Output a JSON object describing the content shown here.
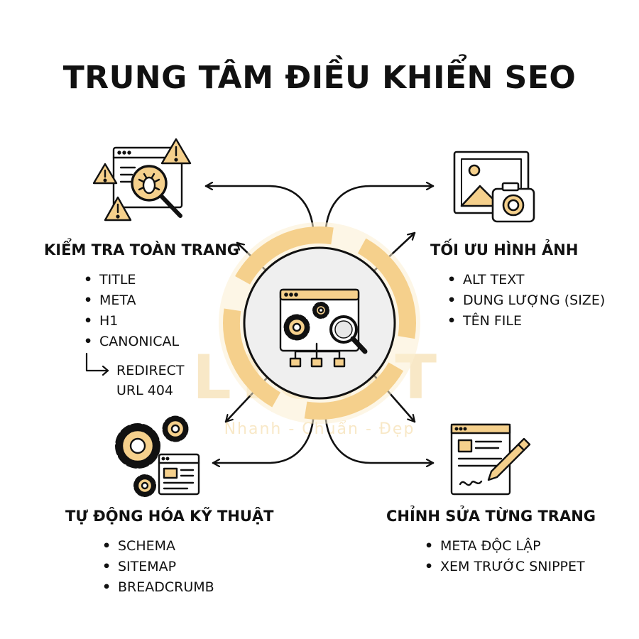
{
  "title": "TRUNG TÂM ĐIỀU KHIỂN SEO",
  "watermark": {
    "brand": "LIGHT",
    "slogan": "Nhanh - Chuẩn - Đẹp"
  },
  "colors": {
    "accent": "#F5D08C",
    "accent_dark": "#EEB95A",
    "ink": "#111111",
    "center_bg": "#EFEFEF"
  },
  "icons": {
    "center": "seo-dashboard-gears-magnifier-sitemap-icon",
    "audit": "bug-magnifier-warning-icon",
    "image": "image-camera-icon",
    "automation": "gears-window-icon",
    "editing": "document-pencil-icon"
  },
  "sections": {
    "audit": {
      "heading": "KIỂM TRA TOÀN TRANG",
      "items": [
        "TITLE",
        "META",
        "H1",
        "CANONICAL"
      ],
      "subitems": [
        "REDIRECT",
        "URL 404"
      ]
    },
    "image": {
      "heading": "TỐI ƯU HÌNH ẢNH",
      "items": [
        "ALT TEXT",
        "DUNG LƯỢNG (SIZE)",
        "TÊN FILE"
      ]
    },
    "automation": {
      "heading": "TỰ ĐỘNG HÓA KỸ THUẬT",
      "items": [
        "SCHEMA",
        "SITEMAP",
        "BREADCRUMB"
      ]
    },
    "editing": {
      "heading": "CHỈNH SỬA TỪNG TRANG",
      "items": [
        "META ĐỘC LẬP",
        "XEM TRƯỚC SNIPPET"
      ]
    }
  }
}
